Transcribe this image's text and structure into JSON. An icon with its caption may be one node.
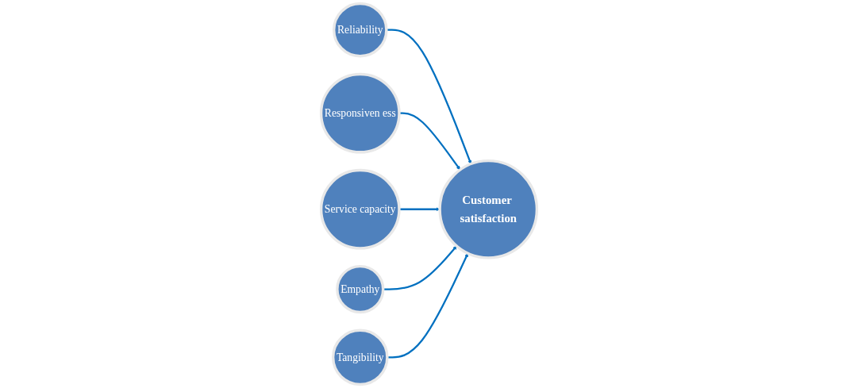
{
  "diagram": {
    "nodes": [
      {
        "text": [
          "Reliability"
        ]
      },
      {
        "text": [
          "Responsiven ess"
        ]
      },
      {
        "text": [
          "Customer satisfaction"
        ]
      },
      {
        "text": [
          "Service capacity"
        ]
      },
      {
        "text": [
          "Empathy"
        ]
      },
      {
        "text": [
          "Tangibility"
        ]
      }
    ],
    "edges": [
      {
        "from": 0,
        "to": 2,
        "arrow": "to"
      },
      {
        "from": 1,
        "to": 2,
        "arrow": "to"
      },
      {
        "from": 3,
        "to": 2,
        "arrow": "to"
      },
      {
        "from": 4,
        "to": 2,
        "arrow": "to"
      },
      {
        "from": 5,
        "to": 2,
        "arrow": "to"
      }
    ]
  }
}
